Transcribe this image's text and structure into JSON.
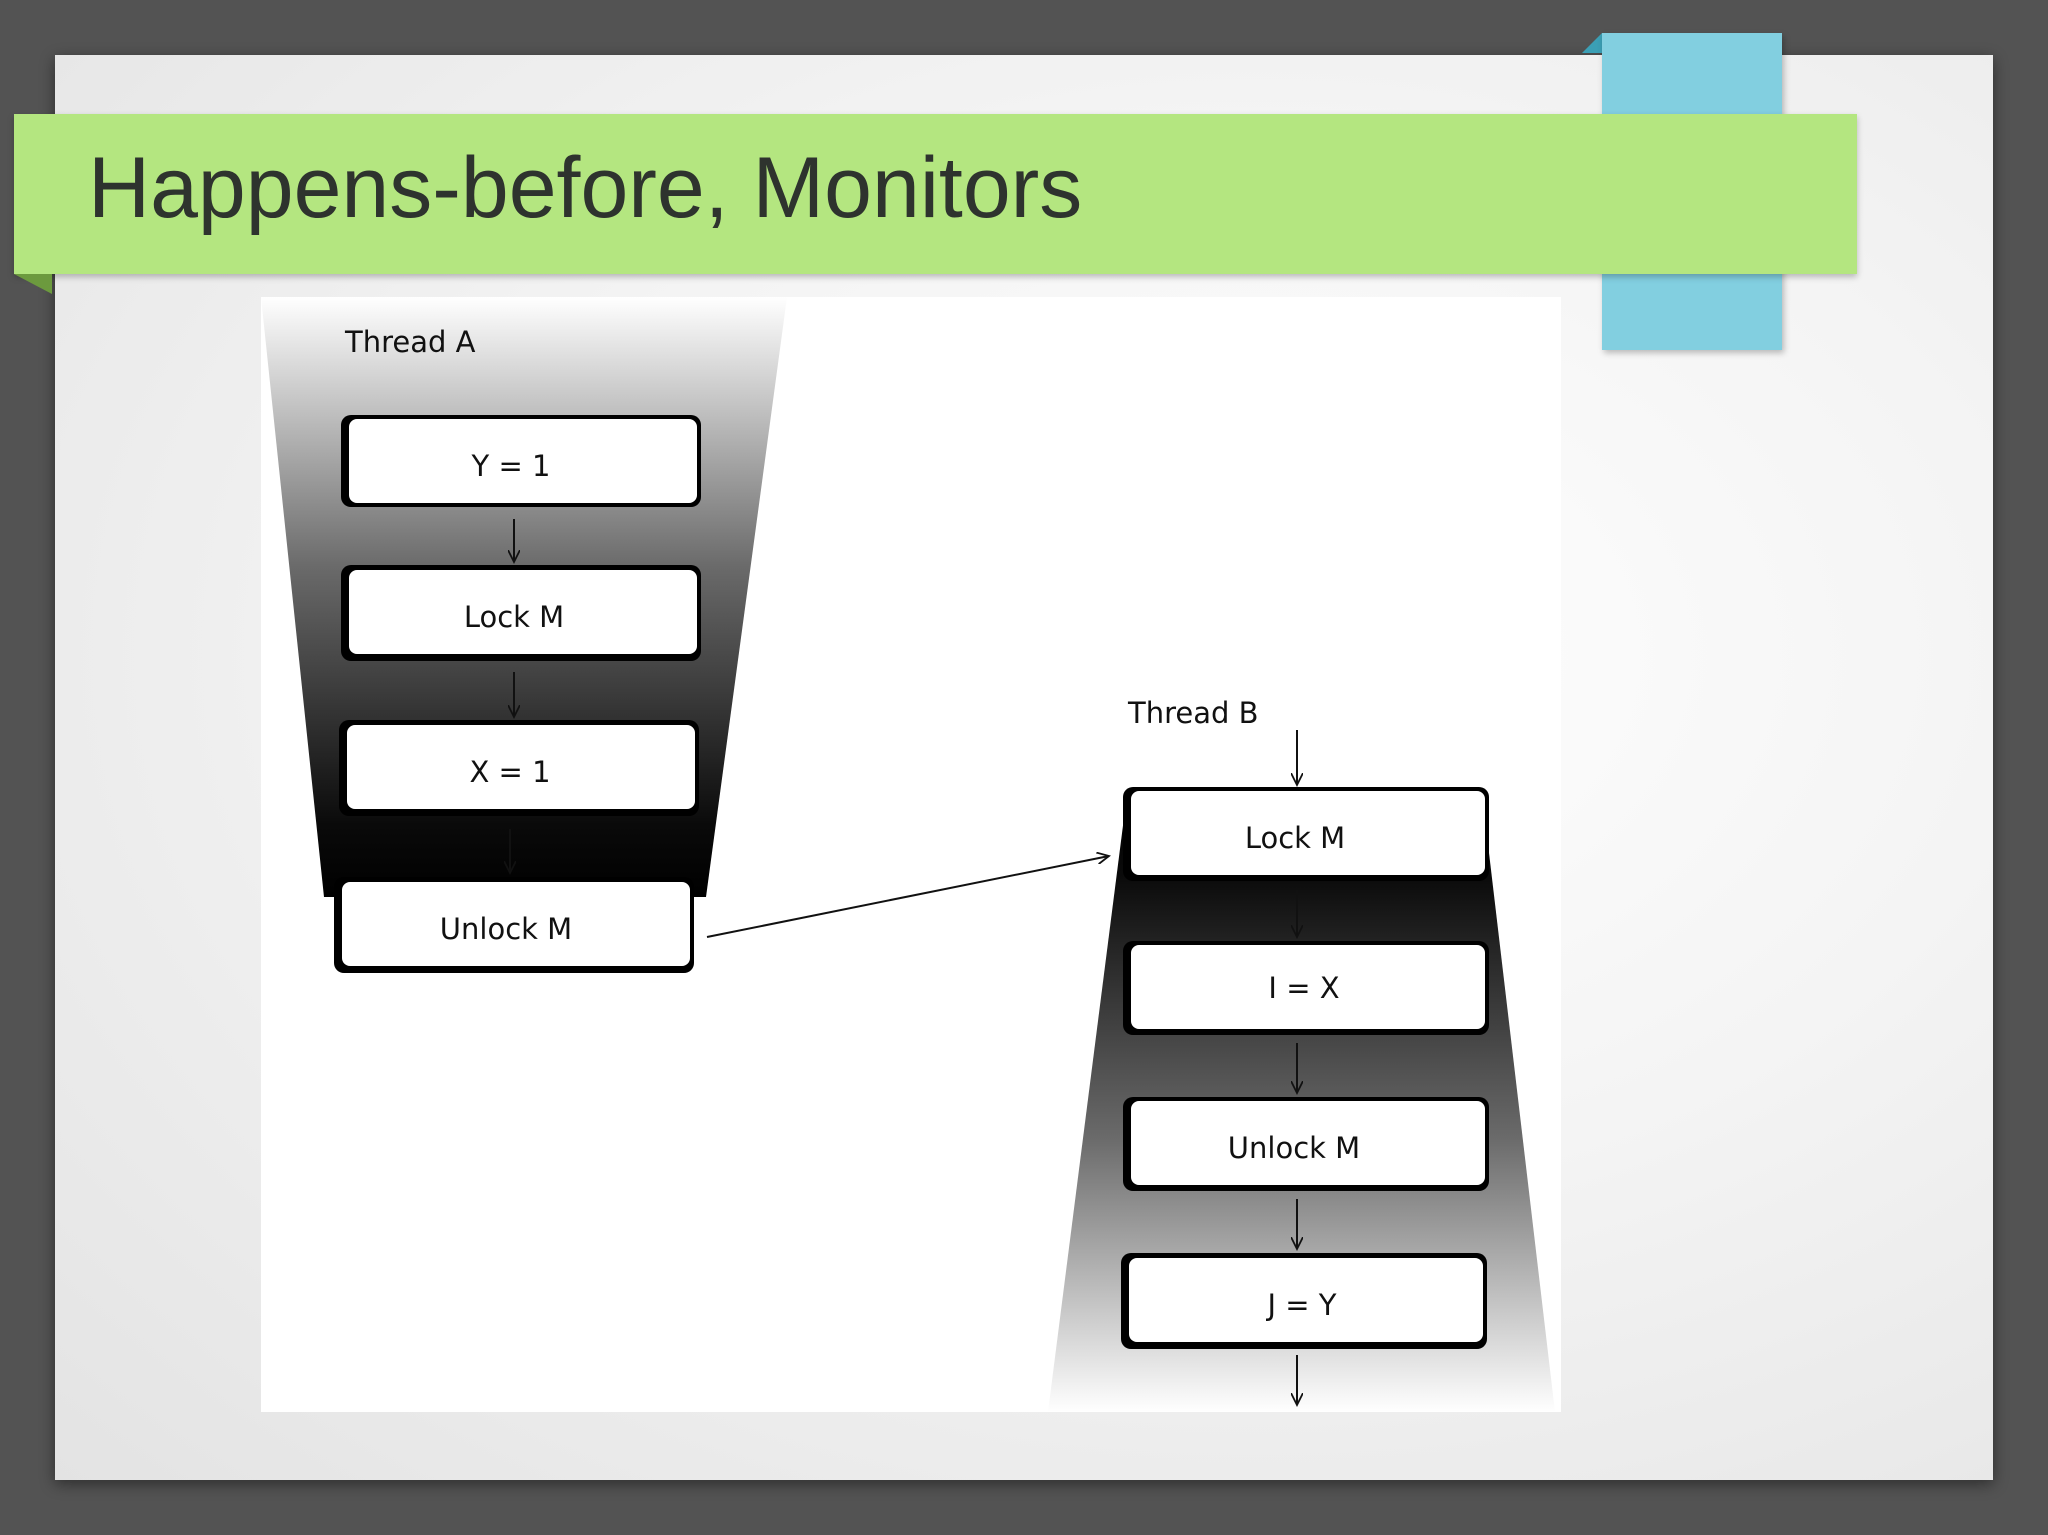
{
  "slide": {
    "title": "Happens-before, Monitors"
  },
  "diagram": {
    "thread_a": {
      "label": "Thread A",
      "steps": [
        "Y = 1",
        "Lock M",
        "X = 1",
        "Unlock M"
      ]
    },
    "thread_b": {
      "label": "Thread B",
      "steps": [
        "Lock M",
        "I = X",
        "Unlock M",
        "J = Y"
      ]
    },
    "colors": {
      "title_band": "#b4e680",
      "accent": "#82cfe0",
      "background": "#535353"
    }
  }
}
